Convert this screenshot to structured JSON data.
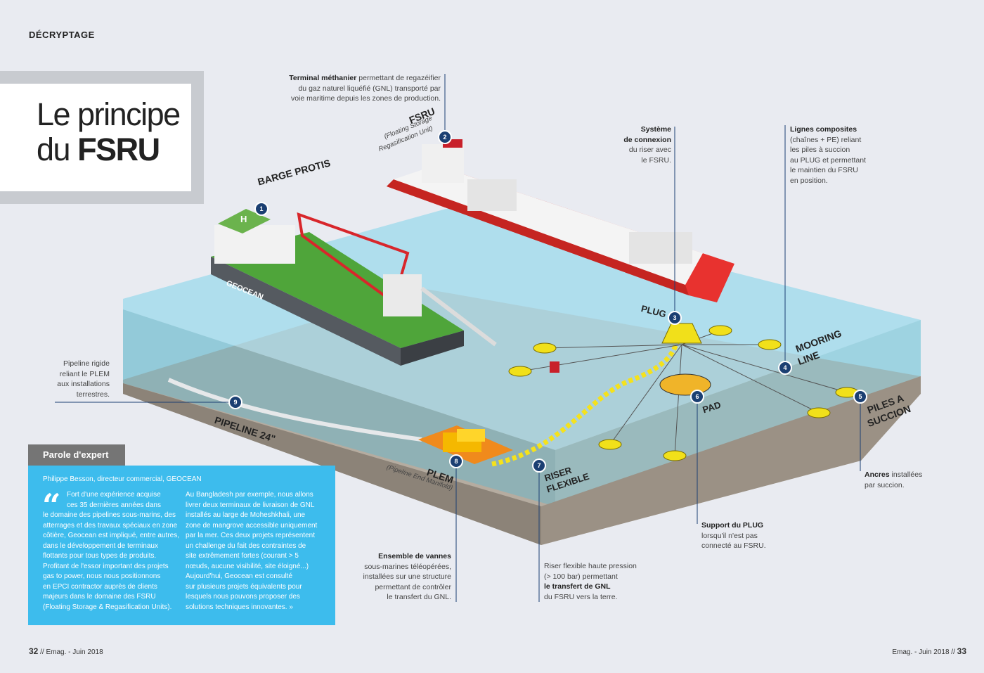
{
  "section": "DÉCRYPTAGE",
  "title": {
    "line1": "Le principe",
    "line2_prefix": "du ",
    "line2_bold": "FSRU"
  },
  "callouts": {
    "terminal": {
      "bold": "Terminal méthanier",
      "l1": " permettant de regazéifier",
      "l2": "du gaz naturel liquéfié (GNL) transporté par",
      "l3": "voie maritime depuis les zones de production."
    },
    "systeme": {
      "b1": "Système",
      "b2": "de connexion",
      "l3": "du riser avec",
      "l4": "le FSRU."
    },
    "lignes": {
      "bold": "Lignes composites",
      "l2": "(chaînes + PE) reliant",
      "l3": "les piles à succion",
      "l4": "au PLUG et permettant",
      "l5": "le maintien du FSRU",
      "l6": "en position."
    },
    "pipeline": {
      "l1": "Pipeline rigide",
      "l2": "reliant le PLEM",
      "l3": "aux installations",
      "l4": "terrestres."
    },
    "ancres": {
      "bold": "Ancres",
      "l1": " installées",
      "l2": "par succion."
    },
    "support": {
      "bold": "Support du PLUG",
      "l2": "lorsqu'il n'est pas",
      "l3": "connecté au FSRU."
    },
    "vannes": {
      "bold": "Ensemble de vannes",
      "l2": "sous-marines téléopérées,",
      "l3": "installées sur une structure",
      "l4": "permettant de contrôler",
      "l5": "le transfert du GNL."
    },
    "riser": {
      "l1": "Riser flexible haute pression",
      "l2": "(> 100 bar) permettant",
      "bold": "le transfert de GNL",
      "l4": "du FSRU vers la terre."
    }
  },
  "labels3d": {
    "barge": "BARGE PROTIS",
    "fsru": "FSRU",
    "fsru_sub1": "(Floating Storage",
    "fsru_sub2": "Regasification Unit)",
    "plug": "PLUG",
    "mooring1": "MOORING",
    "mooring2": "LINE",
    "piles1": "PILES A",
    "piles2": "SUCCION",
    "pad": "PAD",
    "pipeline": "PIPELINE 24\"",
    "plem": "PLEM",
    "plem_sub": "(Pipeline End Manifold)",
    "riser1": "RISER",
    "riser2": "FLEXIBLE",
    "hull": "GEOCEAN",
    "helipad": "H"
  },
  "markers": [
    "1",
    "2",
    "3",
    "4",
    "5",
    "6",
    "7",
    "8",
    "9"
  ],
  "expert": {
    "tab": "Parole d'expert",
    "author": "Philippe Besson, directeur commercial, GEOCEAN",
    "quote_mark": "“",
    "col1": [
      "Fort d'une expérience acquise",
      "ces 35 dernières années dans",
      "le domaine des pipelines sous-marins, des",
      "atterrages et des travaux spéciaux en zone",
      "côtière, Geocean est impliqué, entre autres,",
      "dans le développement de terminaux",
      "flottants pour tous types de produits.",
      "Profitant de l'essor important des projets",
      "gas to power, nous nous positionnons",
      "en EPCI contractor auprès de clients",
      "majeurs dans le domaine des FSRU",
      "(Floating Storage & Regasification Units)."
    ],
    "col2": [
      "Au Bangladesh par exemple, nous allons",
      "livrer deux terminaux de livraison de GNL",
      "installés au large de Moheshkhali, une",
      "zone de mangrove accessible uniquement",
      "par la mer. Ces deux projets représentent",
      "un challenge du fait des contraintes de",
      "site extrêmement fortes (courant > 5",
      "nœuds, aucune visibilité, site éloigné...)",
      "Aujourd'hui, Geocean est consulté",
      "sur plusieurs projets équivalents pour",
      "lesquels nous pouvons proposer des",
      "solutions techniques innovantes. »"
    ]
  },
  "footer": {
    "left_num": "32",
    "left_text": " // Emag. - Juin 2018",
    "right_text": "Emag. - Juin 2018 // ",
    "right_num": "33"
  },
  "colors": {
    "accent_blue": "#3dbced",
    "marker_navy": "#1b3f72",
    "ship_red": "#e8322f",
    "barge_green": "#4fa53a",
    "water": "#8fcde2"
  }
}
